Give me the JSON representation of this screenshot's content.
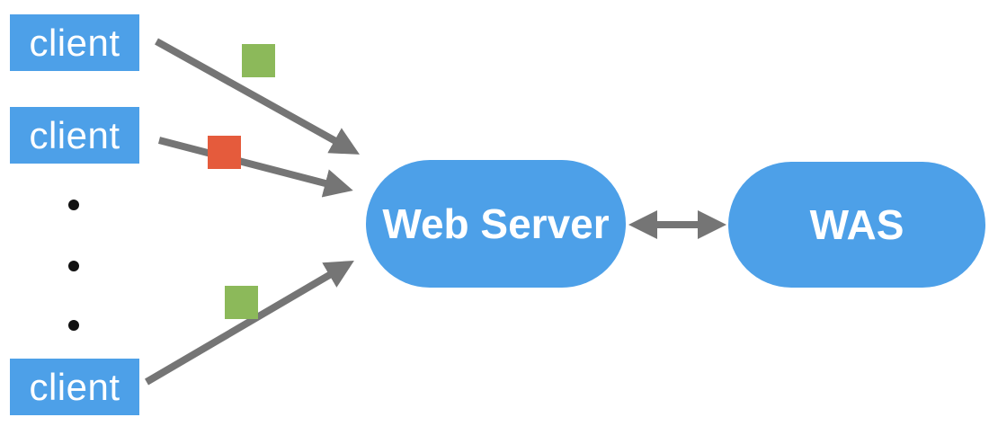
{
  "clients": [
    {
      "label": "client"
    },
    {
      "label": "client"
    },
    {
      "label": "client"
    }
  ],
  "ellipsis": {
    "dot_count": 3
  },
  "web_server": {
    "label": "Web Server"
  },
  "was": {
    "label": "WAS"
  },
  "requests": [
    {
      "name": "request-packet-1",
      "color": "green"
    },
    {
      "name": "request-packet-2",
      "color": "red"
    },
    {
      "name": "request-packet-3",
      "color": "green"
    }
  ],
  "colors": {
    "node-blue": "#4DA0E8",
    "arrow-gray": "#757575",
    "request-green": "#8CB95A",
    "request-red": "#E55B3C",
    "dot-black": "#111111",
    "node-text": "#FFFFFF",
    "background": "#FFFFFF"
  }
}
